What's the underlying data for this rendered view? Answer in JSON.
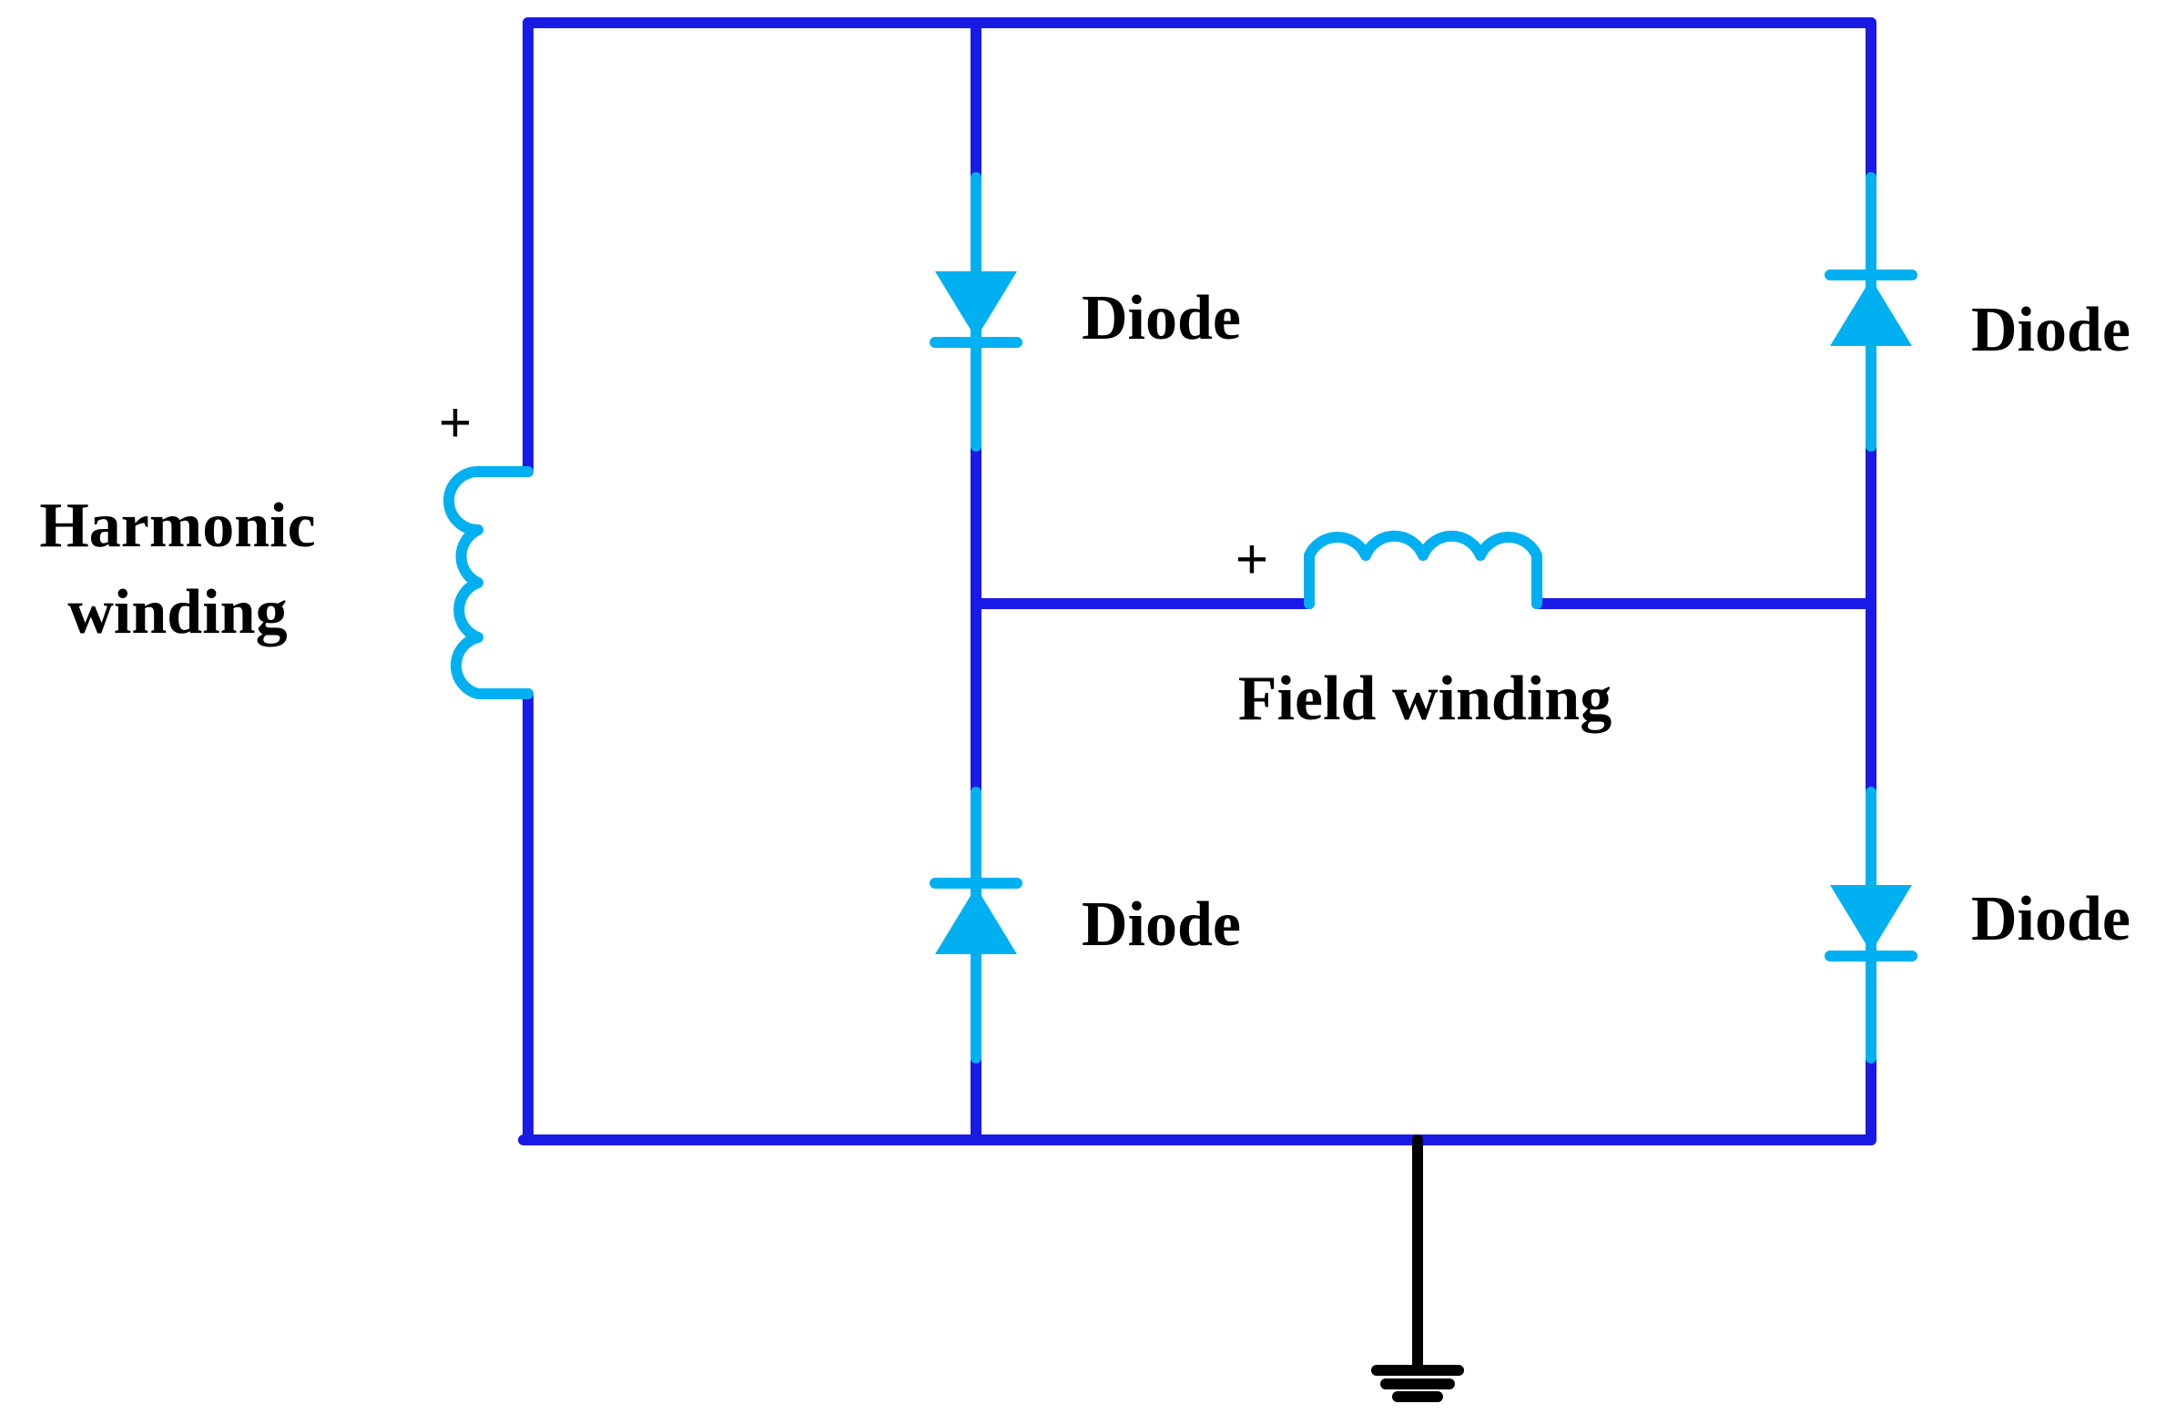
{
  "labels": {
    "diode_top_left": "Diode",
    "diode_top_right": "Diode",
    "diode_bottom_left": "Diode",
    "diode_bottom_right": "Diode",
    "harmonic_line1": "Harmonic",
    "harmonic_line2": "winding",
    "field_winding": "Field winding",
    "harmonic_plus": "+",
    "field_plus": "+"
  },
  "colors": {
    "wire": "#1a1ae6",
    "component": "#00b0f0",
    "ground": "#000000",
    "text": "#000000"
  },
  "icons": {
    "ground": "ground-symbol-icon",
    "diode": "diode-icon",
    "inductor": "inductor-coil-icon"
  }
}
